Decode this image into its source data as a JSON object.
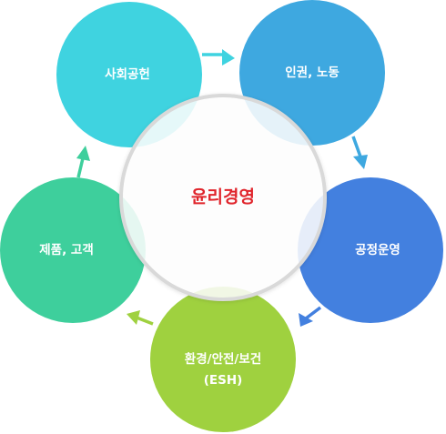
{
  "center": {
    "label": "윤리경영",
    "color": "#e0242b"
  },
  "nodes": [
    {
      "id": "social",
      "label": "사회공헌",
      "color": "#3fd3e0"
    },
    {
      "id": "human-rights",
      "label": "인권, 노동",
      "color": "#3ea8e0"
    },
    {
      "id": "process",
      "label": "공정운영",
      "color": "#4380df"
    },
    {
      "id": "esh",
      "label_line1": "환경/안전/보건",
      "label_line2": "(ESH)",
      "color": "#9fd13f"
    },
    {
      "id": "product",
      "label": "제품, 고객",
      "color": "#3ecf9c"
    }
  ],
  "center_ring_color": "#d9d9d9"
}
